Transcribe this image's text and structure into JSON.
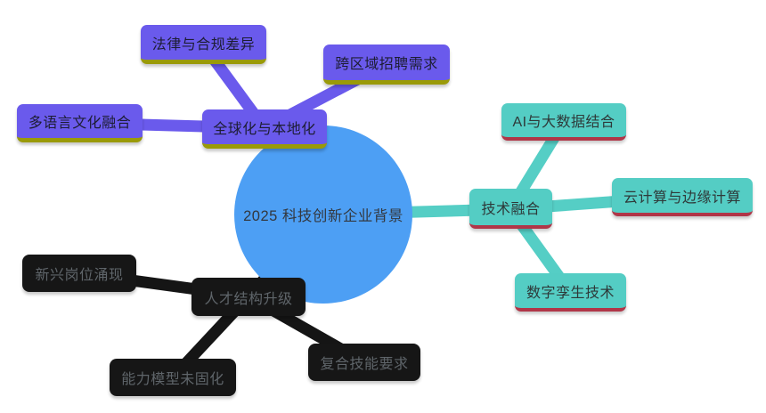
{
  "mindmap": {
    "root": {
      "label": "2025 科技创新企业背景",
      "shape": "circle",
      "fill": "#4d9ff4",
      "text_color": "#33383f"
    },
    "branches": [
      {
        "label": "全球化与本地化",
        "fill": "#6a5aec",
        "underline_color": "#9a9a08",
        "text_color": "#1d1d33",
        "children": [
          {
            "label": "法律与合规差异"
          },
          {
            "label": "跨区域招聘需求"
          },
          {
            "label": "多语言文化融合"
          }
        ]
      },
      {
        "label": "技术融合",
        "fill": "#54cdc4",
        "underline_color": "#b03648",
        "text_color": "#2e3939",
        "children": [
          {
            "label": "AI与大数据结合"
          },
          {
            "label": "云计算与边缘计算"
          },
          {
            "label": "数字孪生技术"
          }
        ]
      },
      {
        "label": "人才结构升级",
        "fill": "#161616",
        "underline_color": "#161616",
        "text_color": "#5f656a",
        "children": [
          {
            "label": "新兴岗位涌现"
          },
          {
            "label": "能力模型未固化"
          },
          {
            "label": "复合技能要求"
          }
        ]
      }
    ],
    "background": "#ffffff"
  }
}
